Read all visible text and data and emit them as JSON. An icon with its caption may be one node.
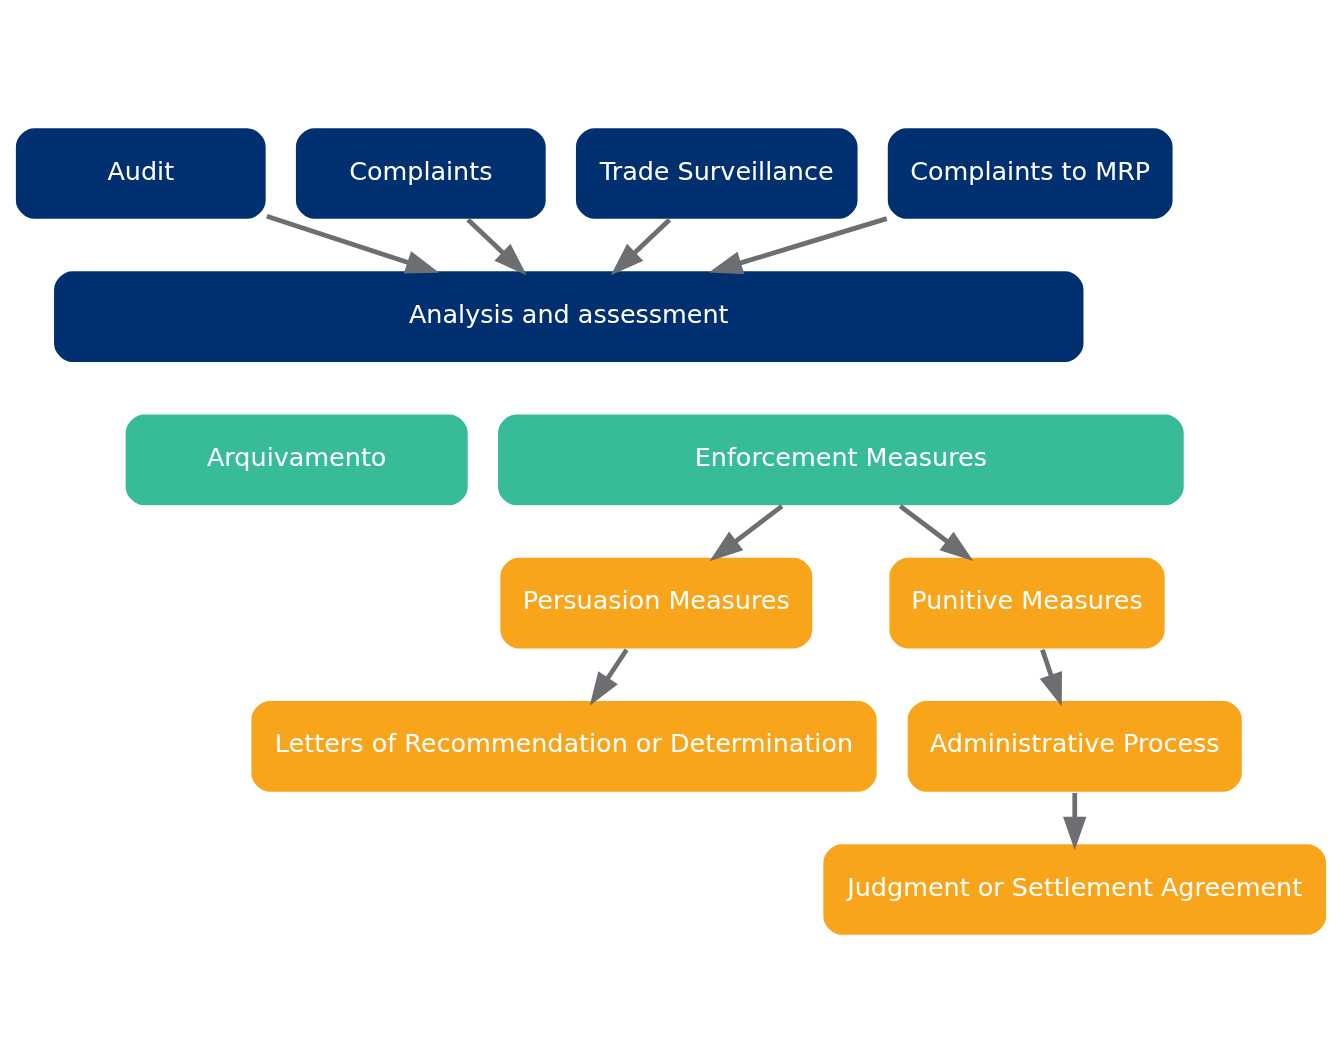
{
  "diagram": {
    "nodes": [
      {
        "text": [
          "Audit"
        ]
      },
      {
        "text": [
          "Complaints"
        ]
      },
      {
        "text": [
          "Trade Surveillance"
        ]
      },
      {
        "text": [
          "Complaints to MRP"
        ]
      },
      {
        "text": [
          "Analysis and assessment"
        ]
      },
      {
        "text": [
          "Arquivamento"
        ]
      },
      {
        "text": [
          "Enforcement Measures"
        ]
      },
      {
        "text": [
          "Persuasion Measures"
        ]
      },
      {
        "text": [
          "Punitive Measures"
        ]
      },
      {
        "text": [
          "Letters of Recommendation or Determination"
        ]
      },
      {
        "text": [
          "Administrative Process"
        ]
      },
      {
        "text": [
          "Judgment or Settlement Agreement"
        ]
      }
    ],
    "edges": [
      {
        "from": 0,
        "to": 4,
        "arrow": "to"
      },
      {
        "from": 1,
        "to": 4,
        "arrow": "to"
      },
      {
        "from": 2,
        "to": 4,
        "arrow": "to"
      },
      {
        "from": 3,
        "to": 4,
        "arrow": "to"
      },
      {
        "from": 6,
        "to": 7,
        "arrow": "to"
      },
      {
        "from": 6,
        "to": 8,
        "arrow": "to"
      },
      {
        "from": 7,
        "to": 9,
        "arrow": "to"
      },
      {
        "from": 8,
        "to": 10,
        "arrow": "to"
      },
      {
        "from": 10,
        "to": 11,
        "arrow": "to"
      }
    ]
  }
}
